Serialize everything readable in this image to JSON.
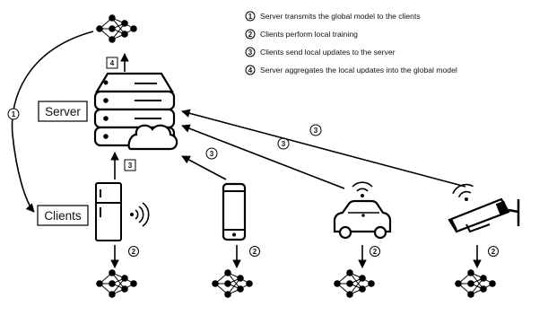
{
  "legend": [
    {
      "num": "1",
      "text": "Server transmits the global model to the clients"
    },
    {
      "num": "2",
      "text": "Clients perform local training"
    },
    {
      "num": "3",
      "text": "Clients send local updates to the server"
    },
    {
      "num": "4",
      "text": "Server aggregates the local updates into the global model"
    }
  ],
  "labels": {
    "server": "Server",
    "clients": "Clients"
  },
  "step_markers": {
    "transmit": "1",
    "train": "2",
    "send": "3",
    "aggregate": "4"
  },
  "icons": {
    "server": "server-cloud-icon",
    "clients": [
      "smart-fridge-icon",
      "smartphone-icon",
      "connected-car-icon",
      "security-camera-icon"
    ],
    "model": "neural-network-icon",
    "wifi": "wifi-signal-icon"
  }
}
